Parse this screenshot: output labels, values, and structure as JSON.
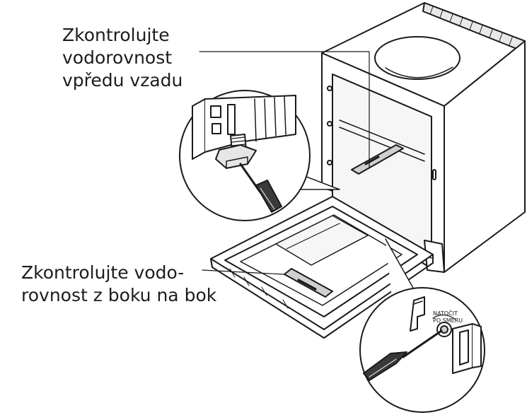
{
  "callouts": {
    "front_back": {
      "lines": [
        "Zkontrolujte",
        "vodorovnost",
        "vpředu vzadu"
      ]
    },
    "side_side": {
      "lines": [
        "Zkontrolujte vodo-",
        "rovnost z boku na bok"
      ]
    }
  },
  "detail_label": {
    "line1": "NATOČIT",
    "line2": "PO SMĚRU"
  },
  "colors": {
    "stroke": "#1a1a1a",
    "fill": "#ffffff",
    "shade": "#cfcfcf",
    "handle": "#3a3a3a"
  }
}
